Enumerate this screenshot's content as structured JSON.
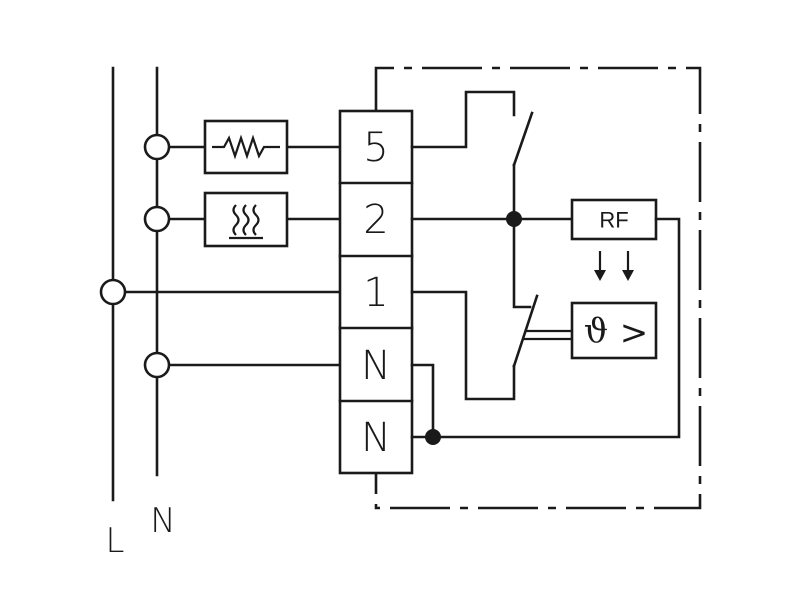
{
  "rails": {
    "l_label": "L",
    "n_label": "N"
  },
  "terminals": [
    {
      "label": "5"
    },
    {
      "label": "2"
    },
    {
      "label": "1"
    },
    {
      "label": "N"
    },
    {
      "label": "N"
    }
  ],
  "rf_module": {
    "label": "RF"
  },
  "sensor": {
    "theta_symbol": "ϑ",
    "compare_symbol": ">"
  },
  "icons": [
    "resistor-icon",
    "heating-icon",
    "arrow-down-icon"
  ],
  "colors": {
    "line": "#1a1a1a",
    "background": "#ffffff"
  }
}
